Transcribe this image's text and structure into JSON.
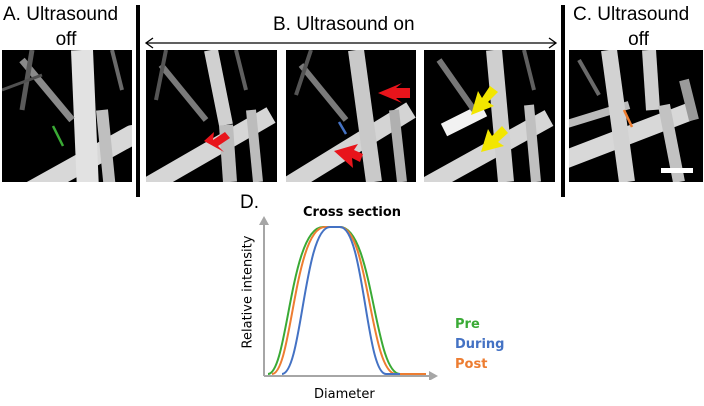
{
  "panels": {
    "a_title_line1": "A. Ultrasound",
    "a_title_line2": "off",
    "b_title": "B. Ultrasound on",
    "c_title_line1": "C. Ultrasound",
    "c_title_line2": "off"
  },
  "graph": {
    "label": "D.",
    "title": "Cross section",
    "ylabel": "Relative intensity",
    "xlabel": "Diameter",
    "legend": [
      {
        "name": "Pre",
        "color": "#3aaa35"
      },
      {
        "name": "During",
        "color": "#4472c4"
      },
      {
        "name": "Post",
        "color": "#ed7d31"
      }
    ]
  },
  "colors": {
    "arrow_red": "#e8141b",
    "arrow_yellow": "#f2e600",
    "marker_green": "#3aaa35",
    "marker_blue": "#4472c4",
    "marker_orange": "#ed7d31",
    "axis_gray": "#a6a6a6"
  }
}
